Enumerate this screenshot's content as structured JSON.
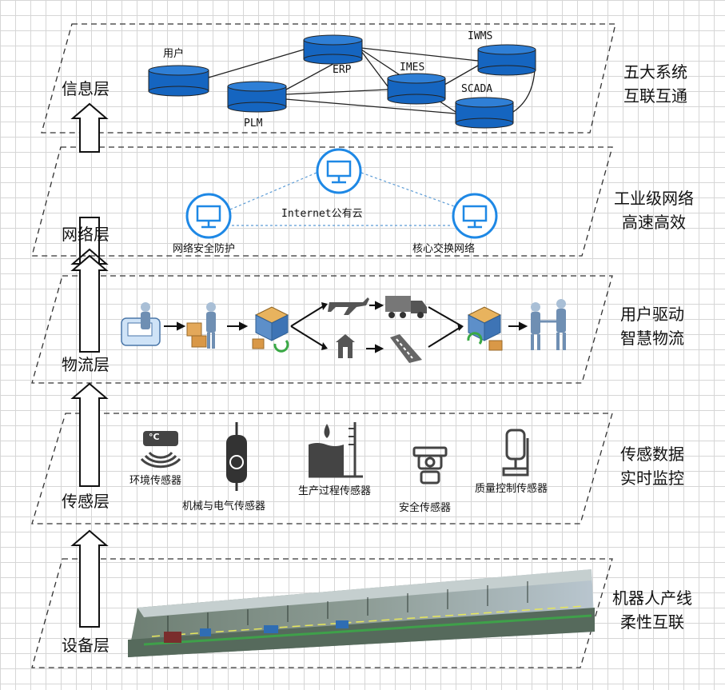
{
  "layers": {
    "information": "信息层",
    "network": "网络层",
    "logistics": "物流层",
    "sensing": "传感层",
    "equipment": "设备层"
  },
  "descriptions": {
    "information": [
      "五大系统",
      "互联互通"
    ],
    "network": [
      "工业级网络",
      "高速高效"
    ],
    "logistics": [
      "用户驱动",
      "智慧物流"
    ],
    "sensing": [
      "传感数据",
      "实时监控"
    ],
    "equipment": [
      "机器人产线",
      "柔性互联"
    ]
  },
  "systems": {
    "user": "用户",
    "erp": "ERP",
    "iwms": "IWMS",
    "imes": "IMES",
    "scada": "SCADA",
    "plm": "PLM"
  },
  "network_nodes": {
    "cloud": "Internet公有云",
    "security": "网络安全防护",
    "core": "核心交换网络"
  },
  "sensors": {
    "env": "环境传感器",
    "env_unit": "°C",
    "mech": "机械与电气传感器",
    "process": "生产过程传感器",
    "safety": "安全传感器",
    "quality": "质量控制传感器"
  },
  "colors": {
    "db_fill": "#1565c0",
    "db_top": "#2f7fd6",
    "node_blue": "#1e88e5",
    "dashed_line": "#333333",
    "net_link": "#5b9bd5"
  }
}
